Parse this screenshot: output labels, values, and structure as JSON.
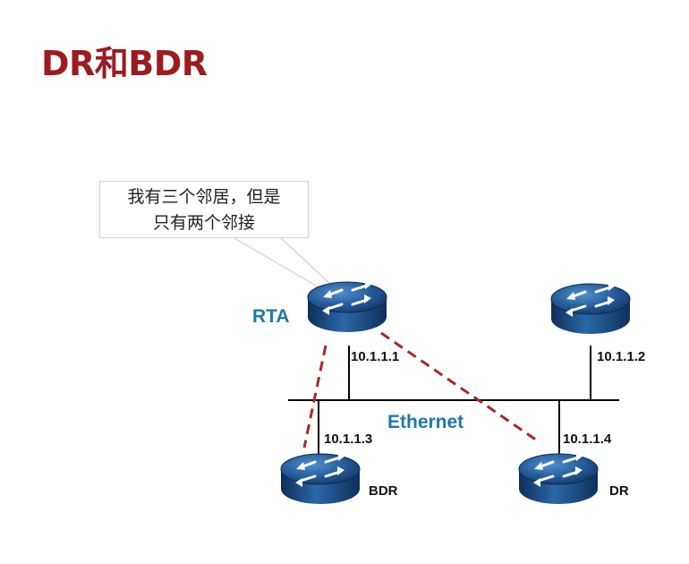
{
  "slide": {
    "title": "DR和BDR"
  },
  "callout": {
    "line1": "我有三个邻居，但是",
    "line2": "只有两个邻接"
  },
  "network": {
    "segment_label": "Ethernet"
  },
  "routers": {
    "rta": {
      "name": "RTA",
      "ip": "10.1.1.1"
    },
    "r2": {
      "ip": "10.1.1.2"
    },
    "bdr": {
      "name": "BDR",
      "ip": "10.1.1.3"
    },
    "dr": {
      "name": "DR",
      "ip": "10.1.1.4"
    }
  },
  "icons": {
    "router": "router-icon"
  },
  "colors": {
    "title": "#9b1c1f",
    "label_blue": "#1f78a8",
    "adjacency": "#a52a2a",
    "router_body": "#1d4f8a"
  }
}
